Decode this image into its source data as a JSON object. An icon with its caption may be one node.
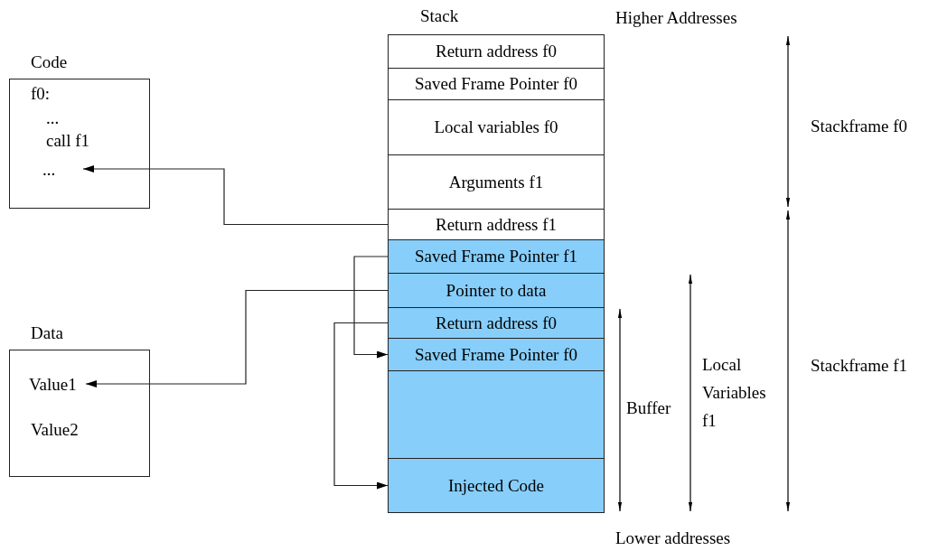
{
  "diagram": {
    "nodes": [
      {
        "text": [
          "Code",
          "f0:",
          "...",
          "call f1"
        ]
      },
      {
        "text": [
          "..."
        ],
        "in": 0
      },
      {
        "text": [
          "Data",
          "Value2"
        ]
      },
      {
        "text": [
          "Value1"
        ],
        "in": 2
      },
      {
        "text": [
          "Stack"
        ]
      },
      {
        "text": [
          "Return address f0"
        ],
        "in": 4
      },
      {
        "text": [
          "Saved Frame Pointer f0"
        ],
        "in": 4
      },
      {
        "text": [
          "Local variables f0"
        ],
        "in": 4
      },
      {
        "text": [
          "Arguments f1"
        ],
        "in": 4
      },
      {
        "text": [
          "Return address f1"
        ],
        "in": 4
      },
      {
        "text": [
          "Saved Frame Pointer f1"
        ],
        "in": 4
      },
      {
        "text": [
          "Pointer to data"
        ],
        "in": 4
      },
      {
        "text": [
          "Return address f0"
        ],
        "in": 4
      },
      {
        "text": [
          "Saved Frame Pointer f0"
        ],
        "in": 4
      },
      {
        "text": [],
        "shape": "box",
        "in": 4
      },
      {
        "text": [
          "Injected Code"
        ],
        "in": 4
      }
    ],
    "edges": [
      {
        "from": 9,
        "to": 1,
        "arrow": "to"
      },
      {
        "from": 10,
        "to": 13,
        "arrow": "to"
      },
      {
        "from": 11,
        "to": 3,
        "arrow": "to"
      },
      {
        "from": 12,
        "to": 15,
        "arrow": "to"
      }
    ],
    "labels": [
      "Higher Addresses",
      "Stackframe f0",
      "Local Variables f1",
      "Buffer",
      "Stackframe f1",
      "Lower addresses"
    ]
  }
}
